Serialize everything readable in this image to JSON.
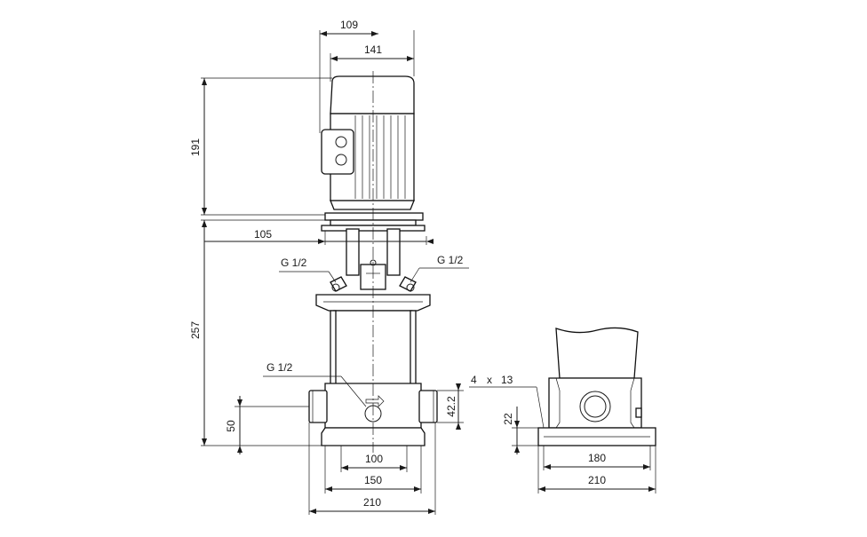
{
  "dimensions": {
    "motor_depth": "109",
    "motor_width": "141",
    "motor_height": "191",
    "coupling_offset": "105",
    "pump_height": "257",
    "inlet_height": "50",
    "outlet_offset": "42.2",
    "bolt_spacing_front": "100",
    "flange_width_front": "150",
    "base_width_front": "210",
    "bolt_spacing_side": "180",
    "base_width_side": "210",
    "base_thickness": "22",
    "holes_count": "4",
    "holes_x": "x",
    "holes_diameter": "13"
  },
  "connections": {
    "vent_left": "G 1/2",
    "vent_right": "G 1/2",
    "drain": "G 1/2"
  },
  "colors": {
    "line": "#1a1a1a",
    "background": "#ffffff"
  }
}
